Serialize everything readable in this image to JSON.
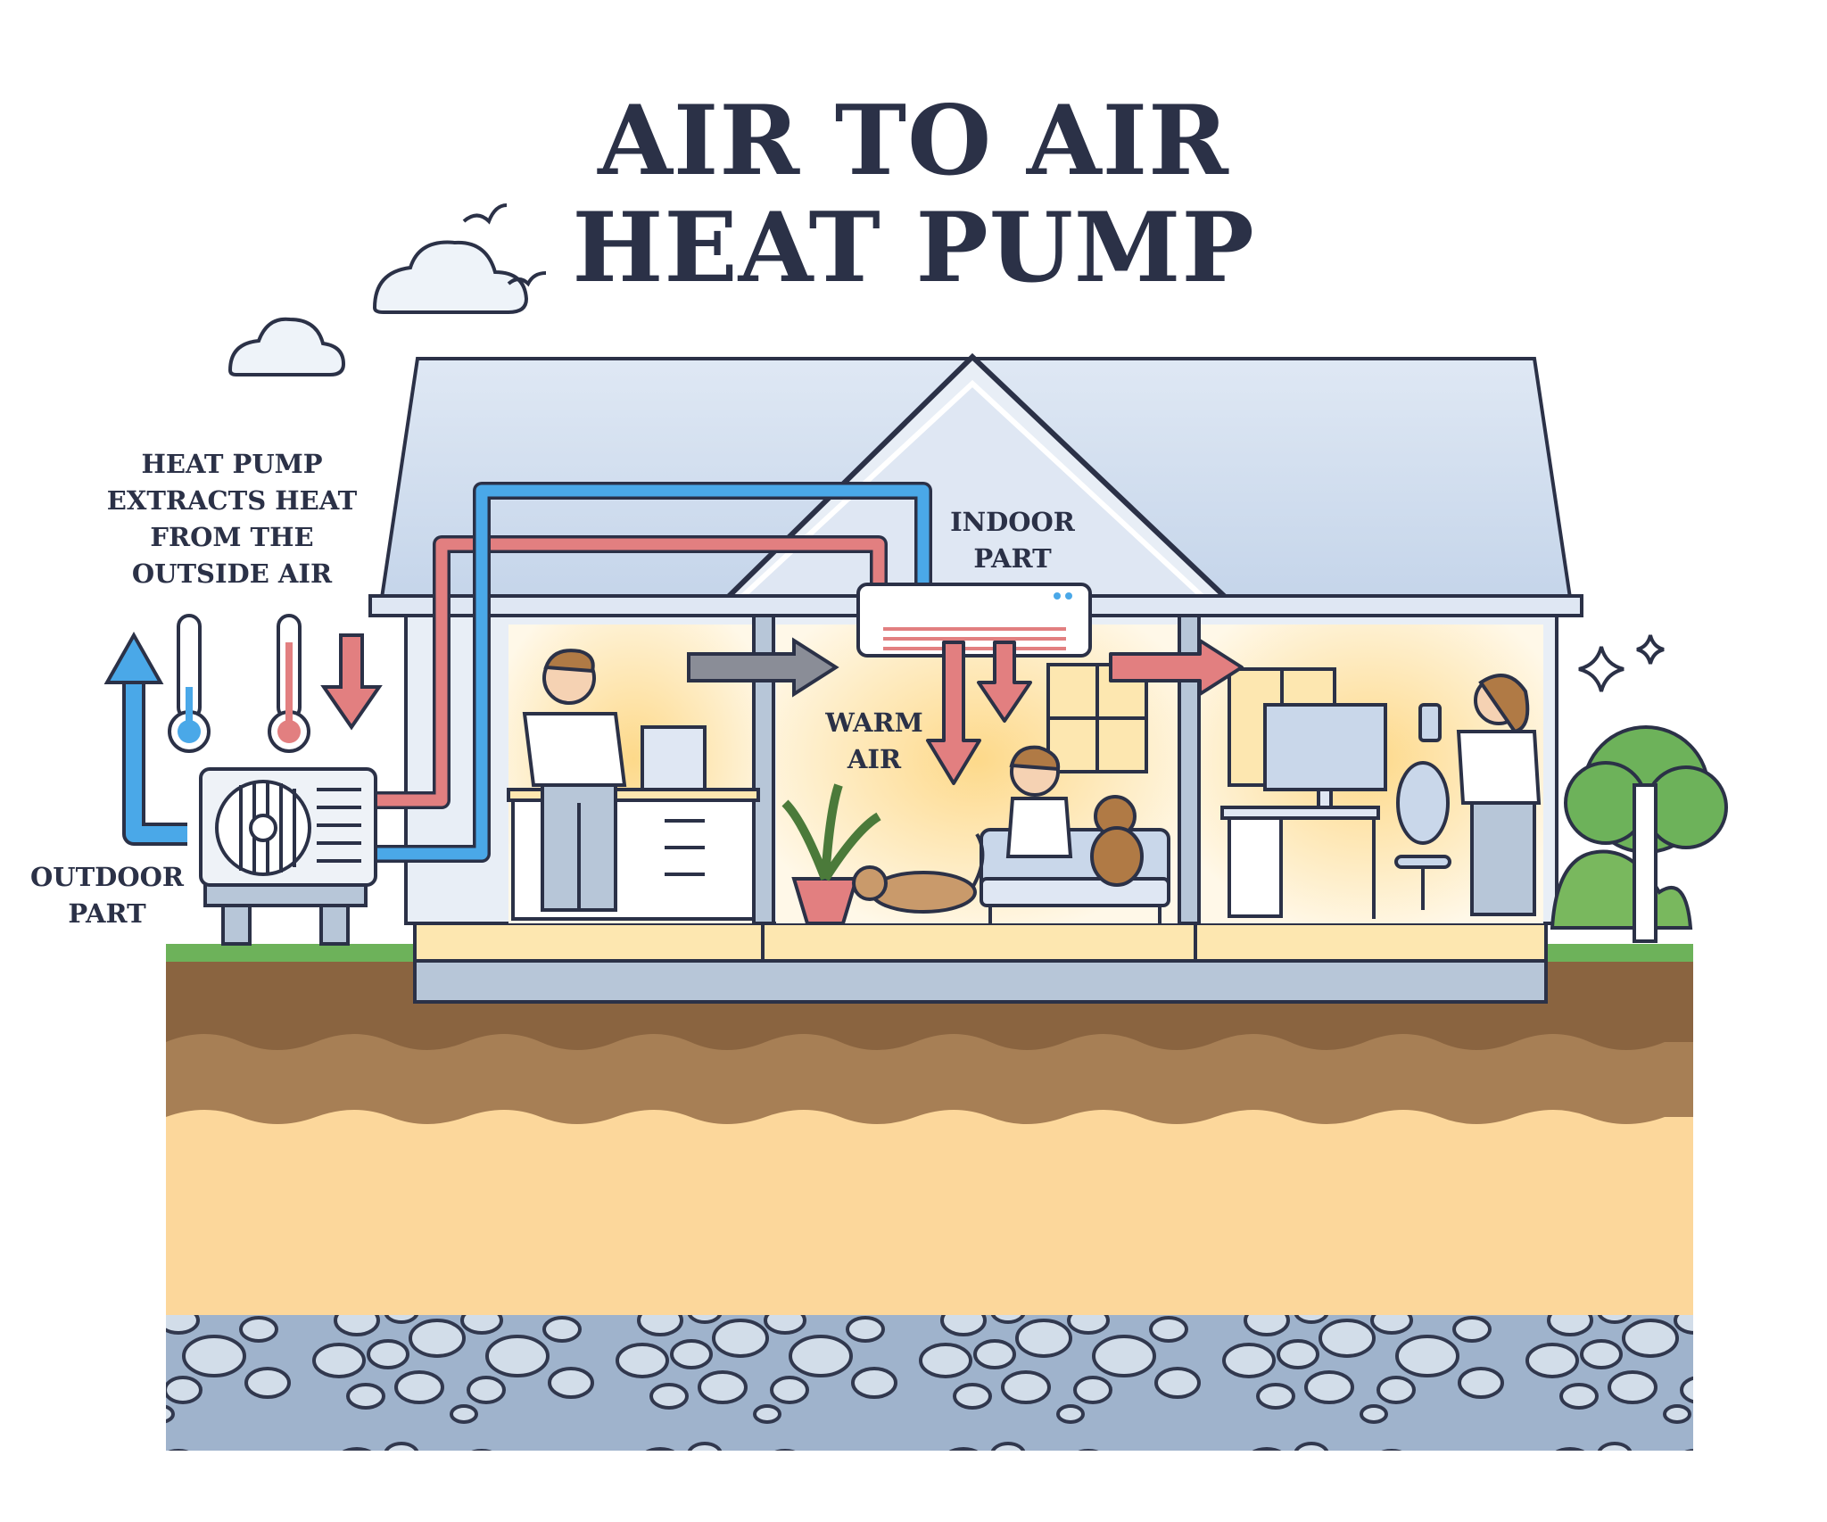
{
  "title": {
    "line1": "AIR TO AIR",
    "line2": "HEAT PUMP"
  },
  "labels": {
    "extract": [
      "HEAT PUMP",
      "EXTRACTS HEAT",
      "FROM THE",
      "OUTSIDE AIR"
    ],
    "outdoor": [
      "OUTDOOR",
      "PART"
    ],
    "indoor": [
      "INDOOR",
      "PART"
    ],
    "warm": [
      "WARM",
      "AIR"
    ]
  },
  "colors": {
    "outline": "#2b3147",
    "hot_pipe": "#e27f80",
    "cold_pipe": "#4aa8e8",
    "roof": "#c9d7ea",
    "wall": "#e8eef6",
    "warm_glow": "#fde7b0",
    "grass": "#6db25a",
    "topsoil": "#8a6440",
    "soil": "#a77f55",
    "sand": "#fcd79b",
    "rock_layer": "#9fb3cc"
  },
  "icons": [
    "cloud-icon",
    "bird-icon",
    "thermometer-cold-icon",
    "thermometer-hot-icon",
    "sparkle-icon",
    "fan-icon"
  ]
}
